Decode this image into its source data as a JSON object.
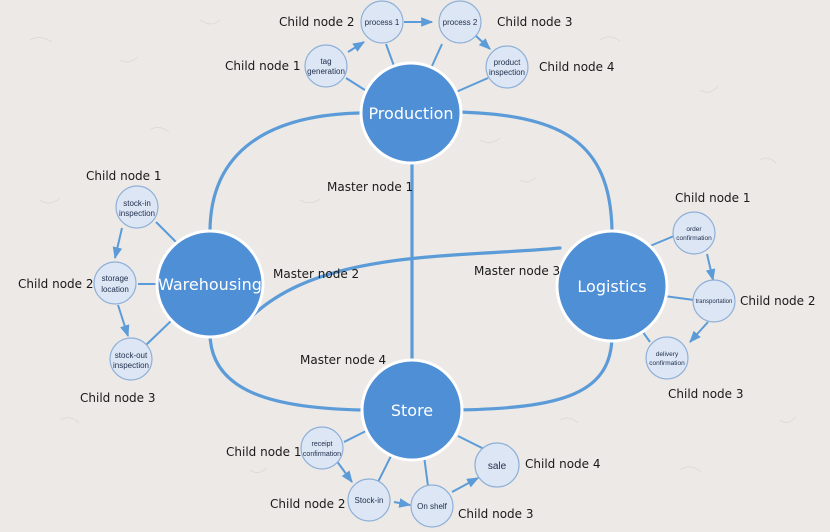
{
  "masters": {
    "production": "Production",
    "warehousing": "Warehousing",
    "logistics": "Logistics",
    "store": "Store"
  },
  "master_labels": {
    "m1": "Master node 1",
    "m2": "Master node 2",
    "m3": "Master node 3",
    "m4": "Master node 4"
  },
  "production_children": {
    "tag_generation": [
      "tag",
      "generation"
    ],
    "process1": "process 1",
    "process2": "process 2",
    "product_inspection": [
      "product",
      "inspection"
    ],
    "labels": {
      "c1": "Child node 1",
      "c2": "Child node 2",
      "c3": "Child node 3",
      "c4": "Child node 4"
    }
  },
  "warehousing_children": {
    "stock_in_inspection": [
      "stock-in",
      "inspection"
    ],
    "storage_location": [
      "storage",
      "location"
    ],
    "stock_out_inspection": [
      "stock-out",
      "inspection"
    ],
    "labels": {
      "c1": "Child node 1",
      "c2": "Child node 2",
      "c3": "Child node 3"
    }
  },
  "logistics_children": {
    "order_confirmation": [
      "order",
      "confirmation"
    ],
    "transportation": "transportation",
    "delivery_confirmation": [
      "delivery",
      "confirmation"
    ],
    "labels": {
      "c1": "Child node 1",
      "c2": "Child node 2",
      "c3": "Child node 3"
    }
  },
  "store_children": {
    "receipt_confirmation": [
      "receipt",
      "confirmation"
    ],
    "stock_in": "Stock-in",
    "on_shelf": "On shelf",
    "sale": "sale",
    "labels": {
      "c1": "Child node 1",
      "c2": "Child node 2",
      "c3": "Child node 3",
      "c4": "Child node 4"
    }
  },
  "colors": {
    "master_fill": "#4f8fd6",
    "edge": "#5b9bd8",
    "child_fill": "#dde6f4",
    "background": "#ece9e6"
  }
}
